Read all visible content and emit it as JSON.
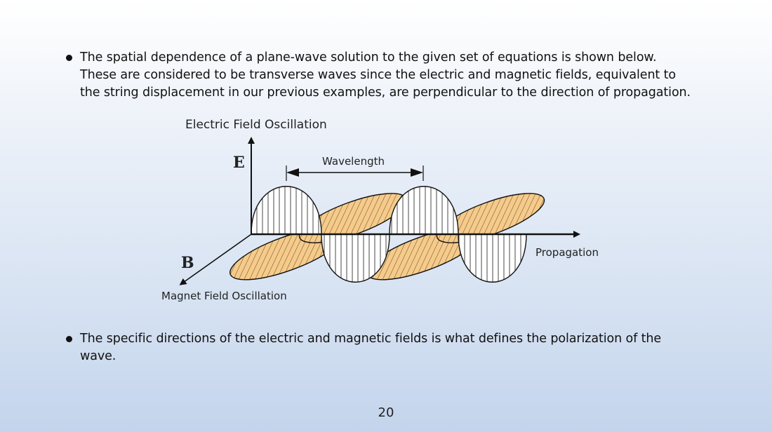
{
  "bullets": [
    "The spatial dependence of a plane-wave solution to the given set of equations is shown below.  These are considered to be transverse waves since the electric and magnetic fields, equivalent to the string displacement in our previous examples, are perpendicular to the direction of propagation.",
    "The specific directions of the electric and magnetic fields is what defines the polarization of the wave."
  ],
  "figure": {
    "electric_label": "Electric Field Oscillation",
    "e_axis": "E",
    "b_axis": "B",
    "wavelength_label": "Wavelength",
    "propagation_label": "Propagation",
    "magnetic_label": "Magnet Field Oscillation",
    "colors": {
      "magnetic_fill": "#f6cb8a",
      "line": "#111111"
    }
  },
  "page_number": "20"
}
